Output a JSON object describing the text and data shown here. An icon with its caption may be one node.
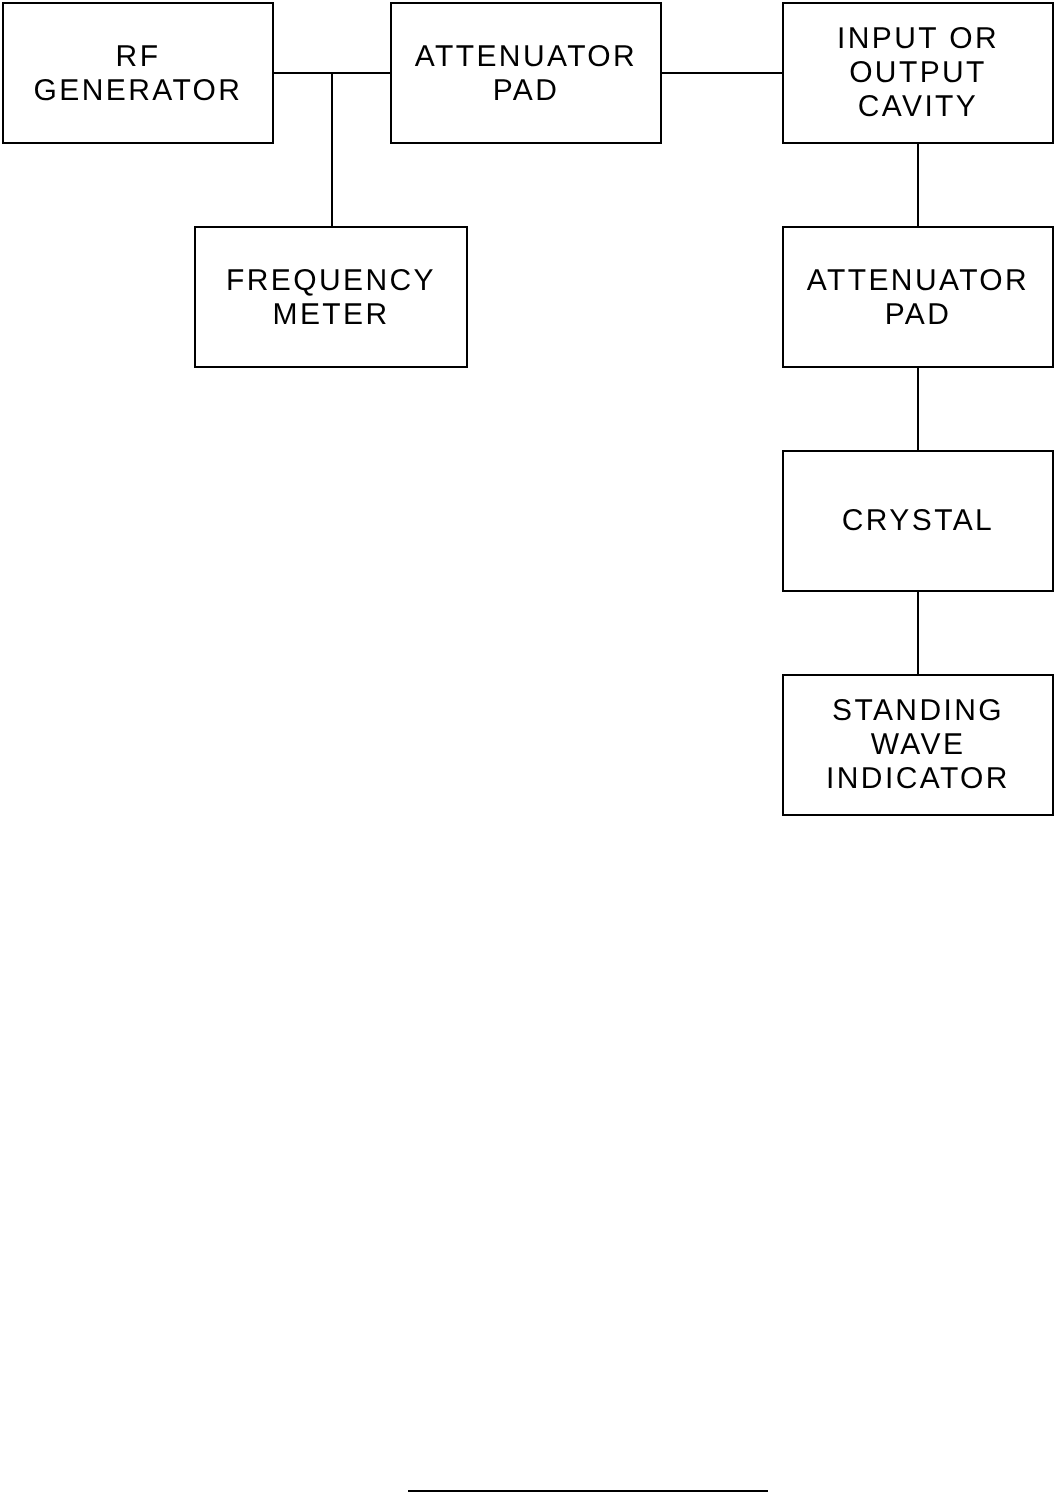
{
  "diagram": {
    "nodes": [
      {
        "text": [
          "RF GENERATOR"
        ]
      },
      {
        "text": [
          "ATTENUATOR PAD"
        ]
      },
      {
        "text": [
          "INPUT OR OUTPUT CAVITY"
        ]
      },
      {
        "text": [
          "FREQUENCY METER"
        ]
      },
      {
        "text": [
          "ATTENUATOR PAD"
        ]
      },
      {
        "text": [
          "CRYSTAL"
        ]
      },
      {
        "text": [
          "STANDING WAVE INDICATOR"
        ]
      }
    ],
    "edges": [
      {
        "from": 0,
        "to": 1,
        "arrow": "none"
      },
      {
        "from": 0,
        "to": 3,
        "arrow": "none"
      },
      {
        "from": 1,
        "to": 2,
        "arrow": "none"
      },
      {
        "from": 2,
        "to": 4,
        "arrow": "none"
      },
      {
        "from": 4,
        "to": 5,
        "arrow": "none"
      },
      {
        "from": 5,
        "to": 6,
        "arrow": "none"
      }
    ]
  }
}
